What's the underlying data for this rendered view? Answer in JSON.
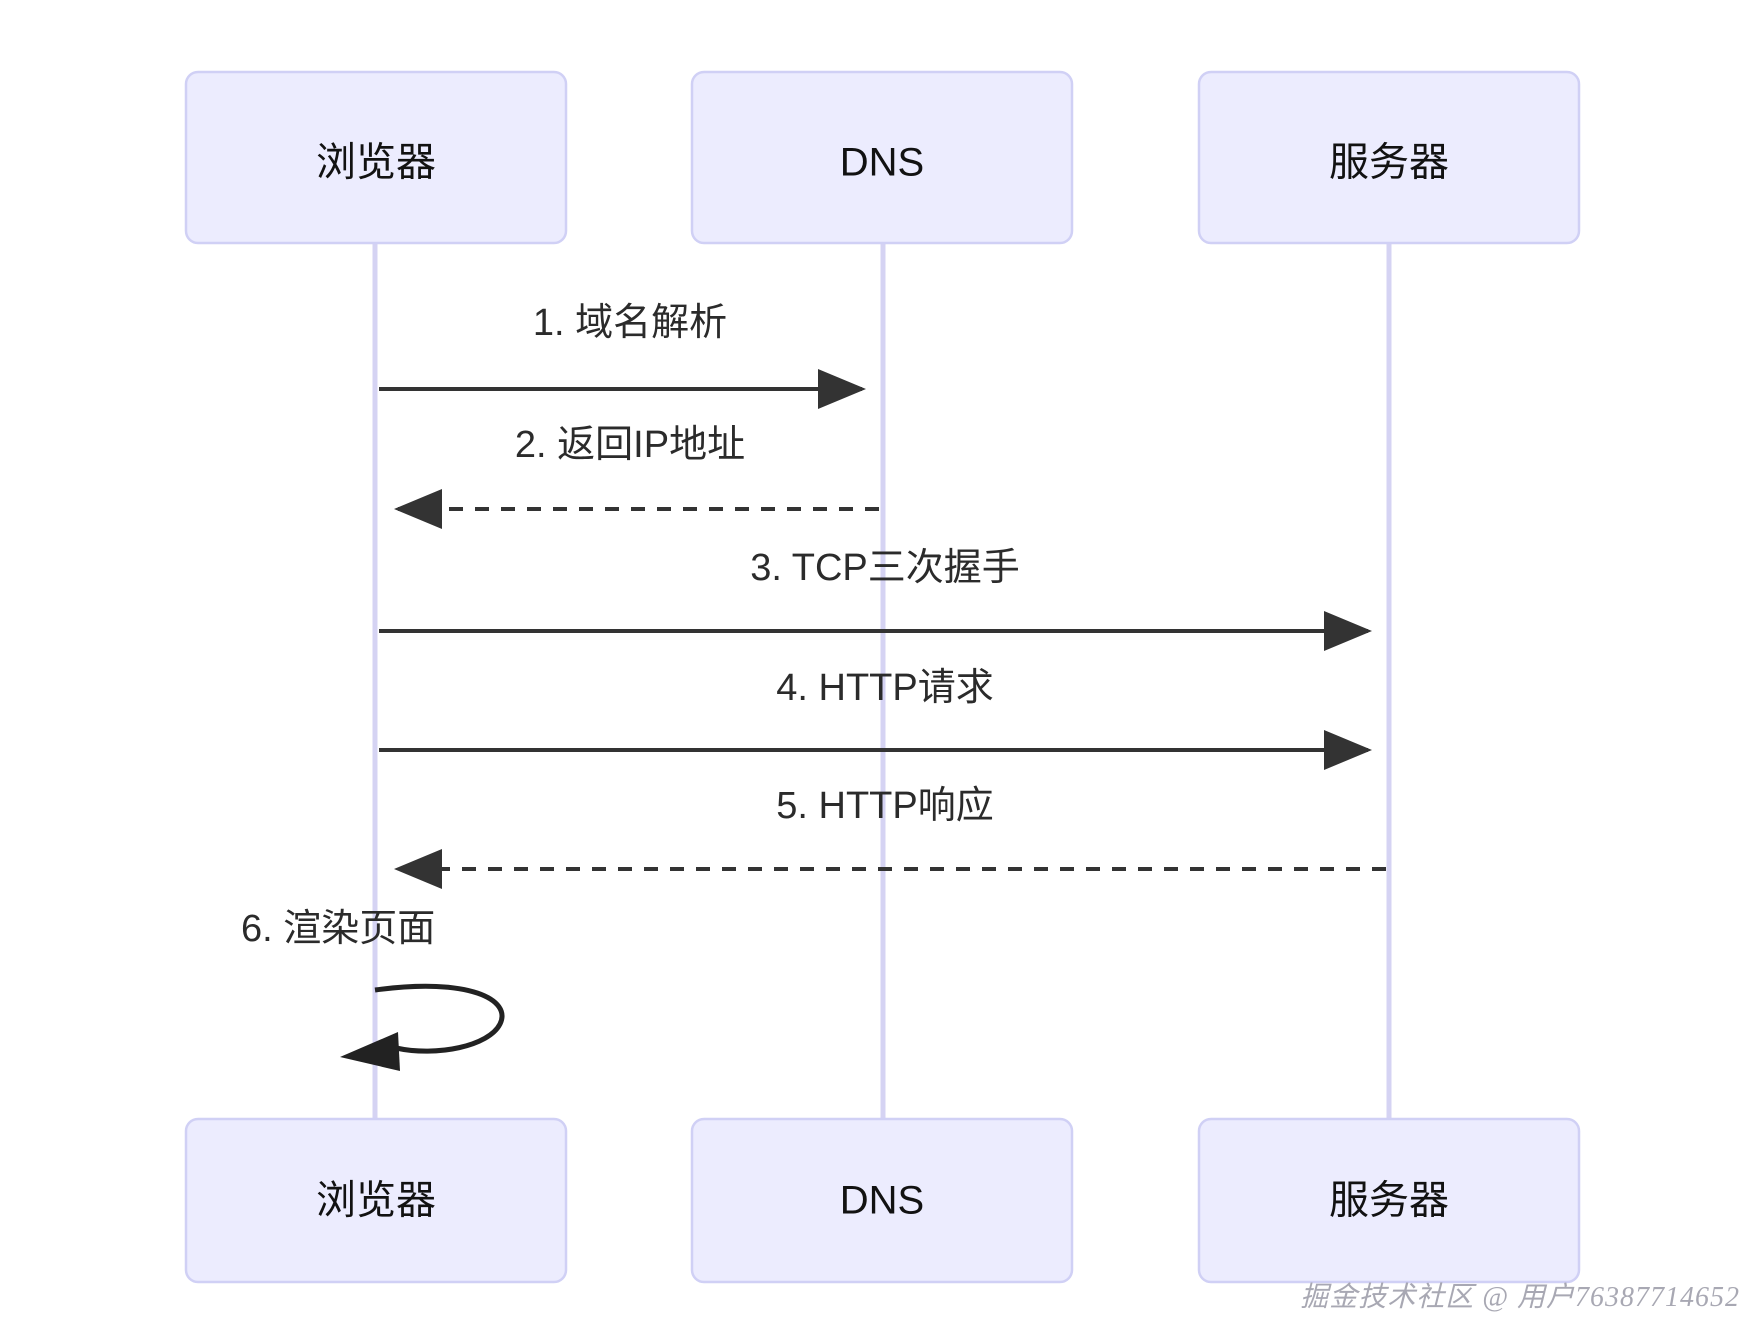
{
  "diagram": {
    "type": "sequence-diagram",
    "title": "",
    "background_color": "#ffffff",
    "actor_box_fill": "#ececfe",
    "actor_box_border": "#d0d0f5",
    "lifeline_color": "#d5d3f3",
    "line_color": "#333333",
    "text_color": "#2b2b2b",
    "actors": [
      {
        "id": "browser",
        "label": "浏览器"
      },
      {
        "id": "dns",
        "label": "DNS"
      },
      {
        "id": "server",
        "label": "服务器"
      }
    ],
    "messages": [
      {
        "num": "1",
        "label": "1. 域名解析",
        "from": "browser",
        "to": "dns",
        "style": "solid",
        "direction": "right"
      },
      {
        "num": "2",
        "label": "2. 返回IP地址",
        "from": "dns",
        "to": "browser",
        "style": "dashed",
        "direction": "left"
      },
      {
        "num": "3",
        "label": "3. TCP三次握手",
        "from": "browser",
        "to": "server",
        "style": "solid",
        "direction": "right"
      },
      {
        "num": "4",
        "label": "4. HTTP请求",
        "from": "browser",
        "to": "server",
        "style": "solid",
        "direction": "right"
      },
      {
        "num": "5",
        "label": "5. HTTP响应",
        "from": "server",
        "to": "browser",
        "style": "dashed",
        "direction": "left"
      },
      {
        "num": "6",
        "label": "6. 渲染页面",
        "from": "browser",
        "to": "browser",
        "style": "self-loop",
        "direction": "self"
      }
    ],
    "footer": {
      "watermark": "掘金技术社区 @ 用户76387714652"
    }
  }
}
